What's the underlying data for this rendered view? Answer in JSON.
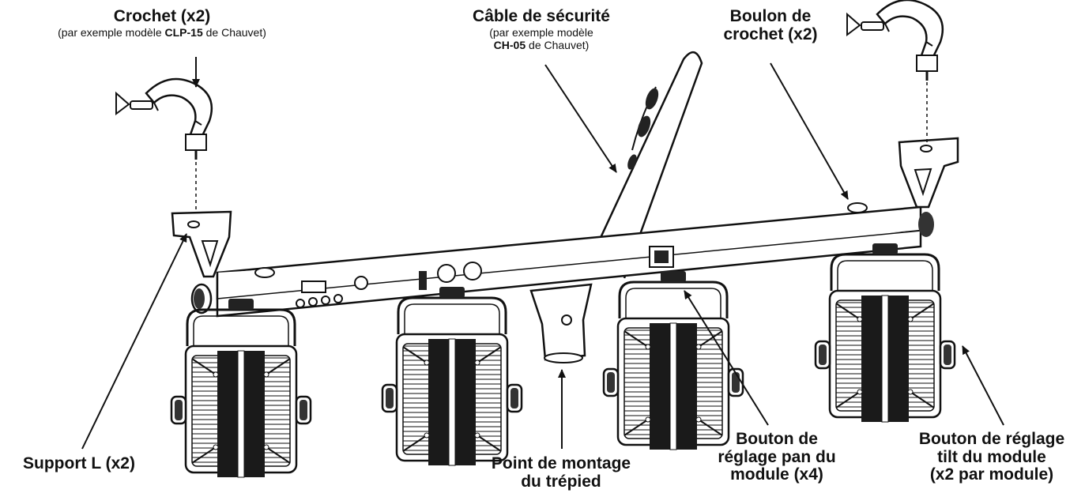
{
  "labels": {
    "crochet": {
      "title": "Crochet (x2)",
      "note_prefix": "(par exemple modèle ",
      "note_model": "CLP-15",
      "note_suffix": " de Chauvet)"
    },
    "cable": {
      "title": "Câble de sécurité",
      "note_line1": "(par exemple modèle",
      "note_model": "CH-05",
      "note_suffix": " de Chauvet)"
    },
    "boulon": {
      "line1": "Boulon de",
      "line2": "crochet (x2)"
    },
    "support": {
      "text": "Support L (x2)"
    },
    "point": {
      "line1": "Point de montage",
      "line2": "du trépied"
    },
    "pan": {
      "line1": "Bouton de",
      "line2": "réglage pan du",
      "line3": "module (x4)"
    },
    "tilt": {
      "line1": "Bouton de réglage",
      "line2": "tilt du module",
      "line3": "(x2 par module)"
    }
  },
  "colors": {
    "line": "#111111",
    "fill": "#ffffff",
    "heatsink": "#1a1a1a"
  }
}
